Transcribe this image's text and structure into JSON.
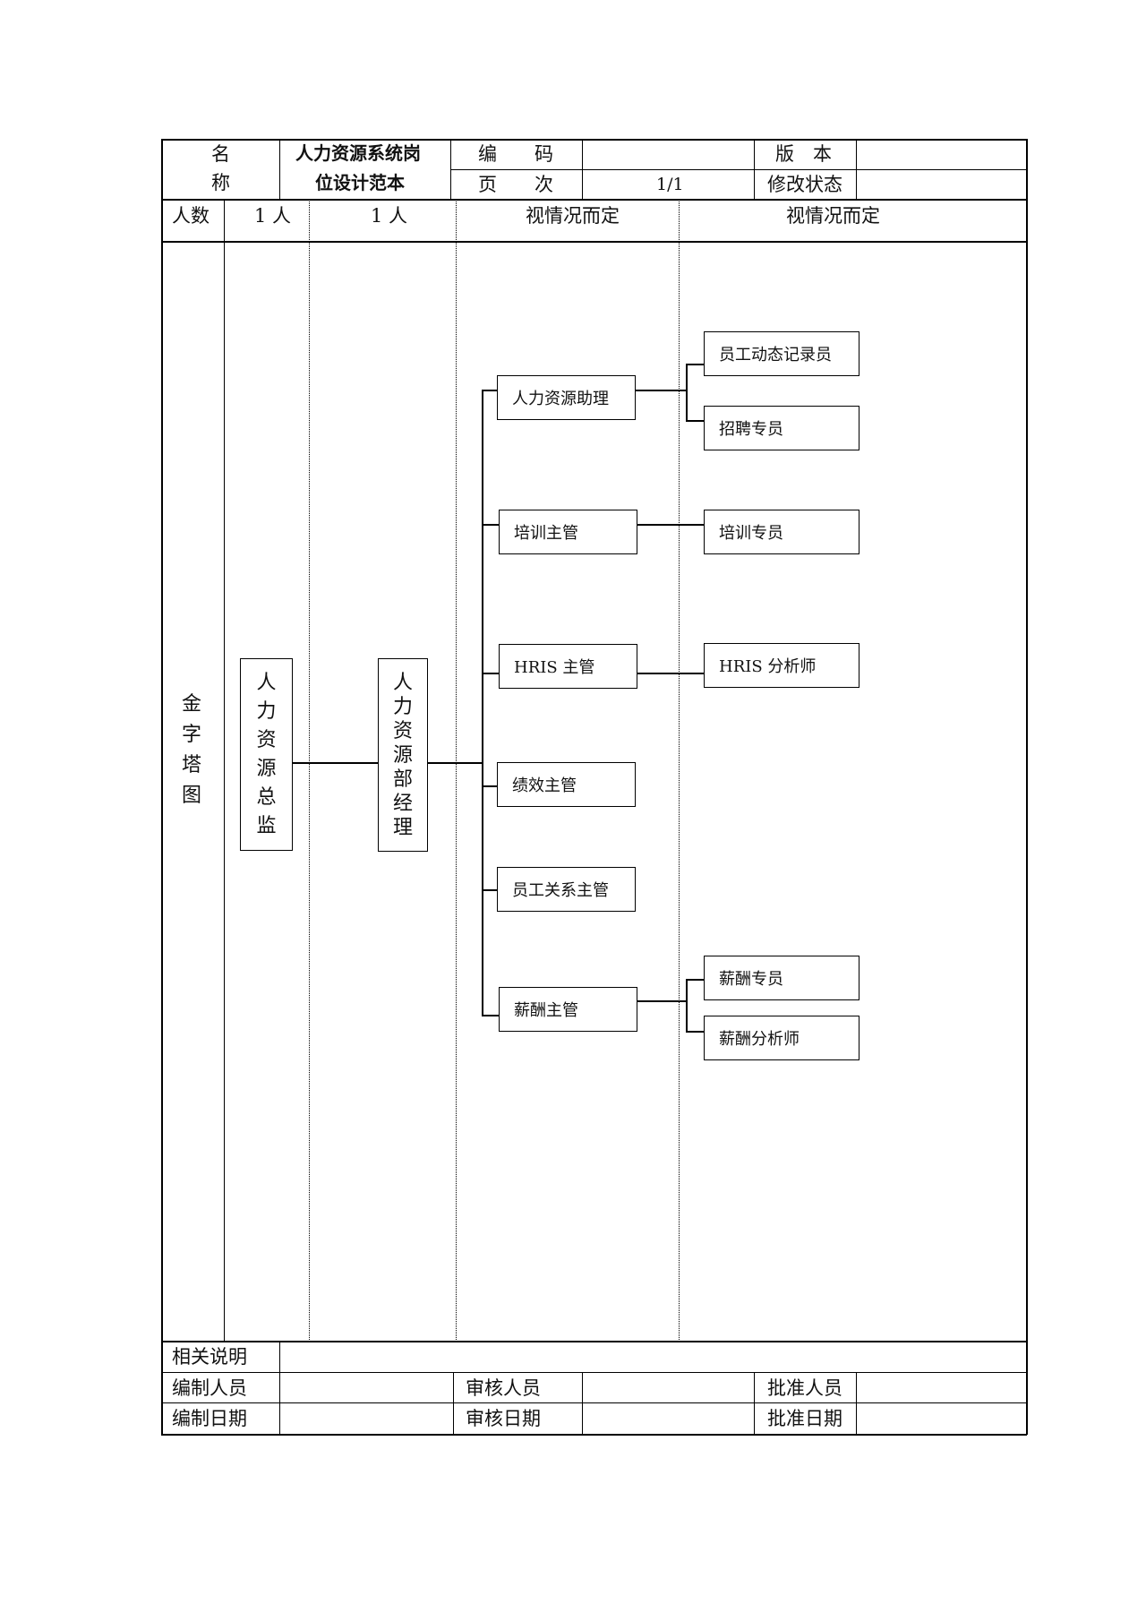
{
  "header": {
    "name_label_1": "名",
    "name_label_2": "称",
    "title_line1": "人力资源系统岗",
    "title_line2": "位设计范本",
    "code_label": "编　　码",
    "page_label": "页　　次",
    "page_value": "1/1",
    "version_label": "版　本",
    "revision_label": "修改状态"
  },
  "headcount": {
    "label": "人数",
    "col1": "1 人",
    "col2": "1 人",
    "col3": "视情况而定",
    "col4": "视情况而定"
  },
  "pyramid_label": [
    "金",
    "字",
    "塔",
    "图"
  ],
  "org": {
    "director": [
      "人",
      "力",
      "资",
      "源",
      "总",
      "监"
    ],
    "manager": [
      "人",
      "力",
      "资",
      "源",
      "部",
      "经",
      "理"
    ],
    "supervisors": {
      "hr_assistant": "人力资源助理",
      "training": "培训主管",
      "hris": "HRIS 主管",
      "performance": "绩效主管",
      "employee_relations": "员工关系主管",
      "compensation": "薪酬主管"
    },
    "staff": {
      "dynamics_recorder": "员工动态记录员",
      "recruiter": "招聘专员",
      "training_specialist": "培训专员",
      "hris_analyst": "HRIS 分析师",
      "comp_specialist": "薪酬专员",
      "comp_analyst": "薪酬分析师"
    }
  },
  "footer": {
    "notes_label": "相关说明",
    "prepared_by": "编制人员",
    "reviewed_by": "审核人员",
    "approved_by": "批准人员",
    "prepared_date": "编制日期",
    "reviewed_date": "审核日期",
    "approved_date": "批准日期"
  }
}
